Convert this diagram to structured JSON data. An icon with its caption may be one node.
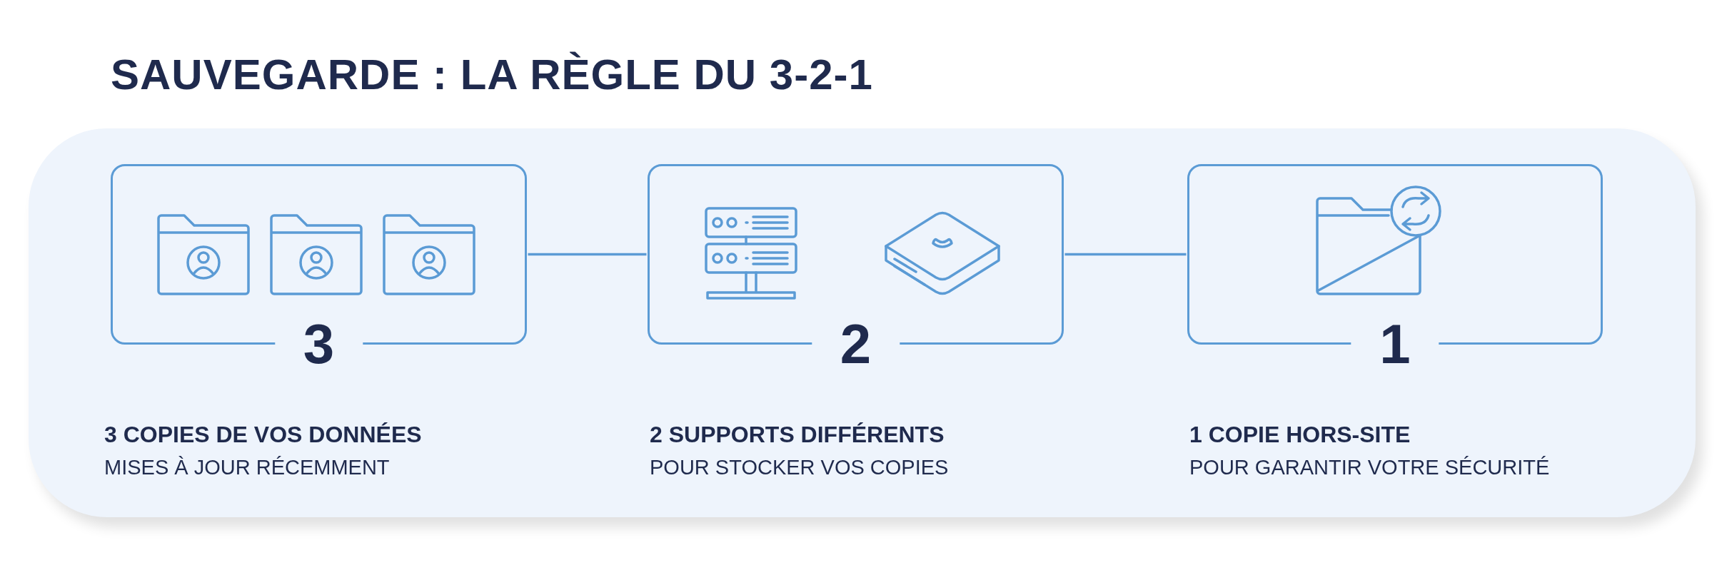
{
  "diagram": {
    "title": "SAUVEGARDE : LA RÈGLE DU 3-2-1",
    "nodes": [
      {
        "text": [
          "3"
        ],
        "beside": [
          "3 COPIES DE VOS DONNÉES",
          "MISES À JOUR RÉCEMMENT"
        ]
      },
      {
        "text": [
          "2"
        ],
        "beside": [
          "2 SUPPORTS DIFFÉRENTS",
          "POUR STOCKER VOS COPIES"
        ]
      },
      {
        "text": [
          "1"
        ],
        "beside": [
          "1 COPIE HORS-SITE",
          "POUR GARANTIR VOTRE SÉCURITÉ"
        ]
      }
    ],
    "edges": [
      {
        "from": 0,
        "to": 1,
        "arrow": "none"
      },
      {
        "from": 1,
        "to": 2,
        "arrow": "none"
      }
    ]
  }
}
